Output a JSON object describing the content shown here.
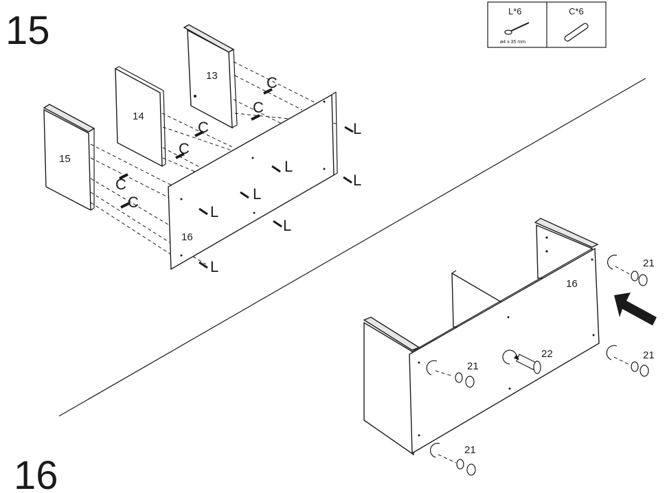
{
  "step_a": {
    "number": "15"
  },
  "step_b": {
    "number": "16"
  },
  "legend": {
    "screw_code": "L*6",
    "screw_size": "ø4 x 35 mm",
    "dowel_code": "C*6"
  },
  "panels": {
    "p13": "13",
    "p14": "14",
    "p15": "15",
    "p16": "16",
    "p16_b": "16"
  },
  "fasteners": {
    "dowel": "C",
    "screw": "L"
  },
  "parts": {
    "knob_21": "21",
    "knob_22": "22"
  }
}
